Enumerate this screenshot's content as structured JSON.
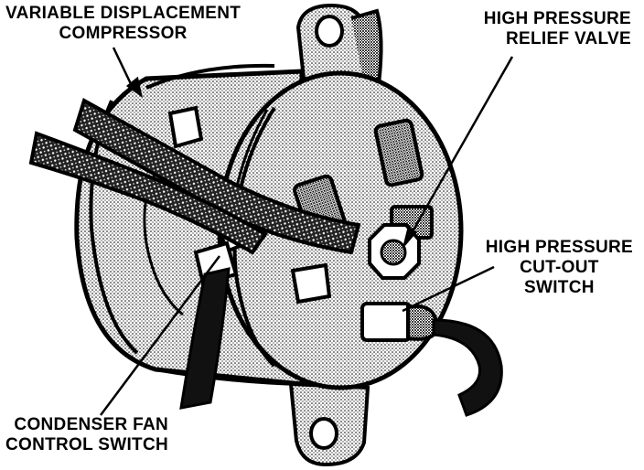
{
  "diagram": {
    "labels": {
      "compressor": [
        "VARIABLE DISPLACEMENT",
        "COMPRESSOR"
      ],
      "relief_valve": [
        "HIGH PRESSURE",
        "RELIEF VALVE"
      ],
      "cutout_switch": [
        "HIGH PRESSURE",
        "CUT-OUT",
        "SWITCH"
      ],
      "fan_switch": [
        "CONDENSER FAN",
        "CONTROL SWITCH"
      ]
    }
  }
}
